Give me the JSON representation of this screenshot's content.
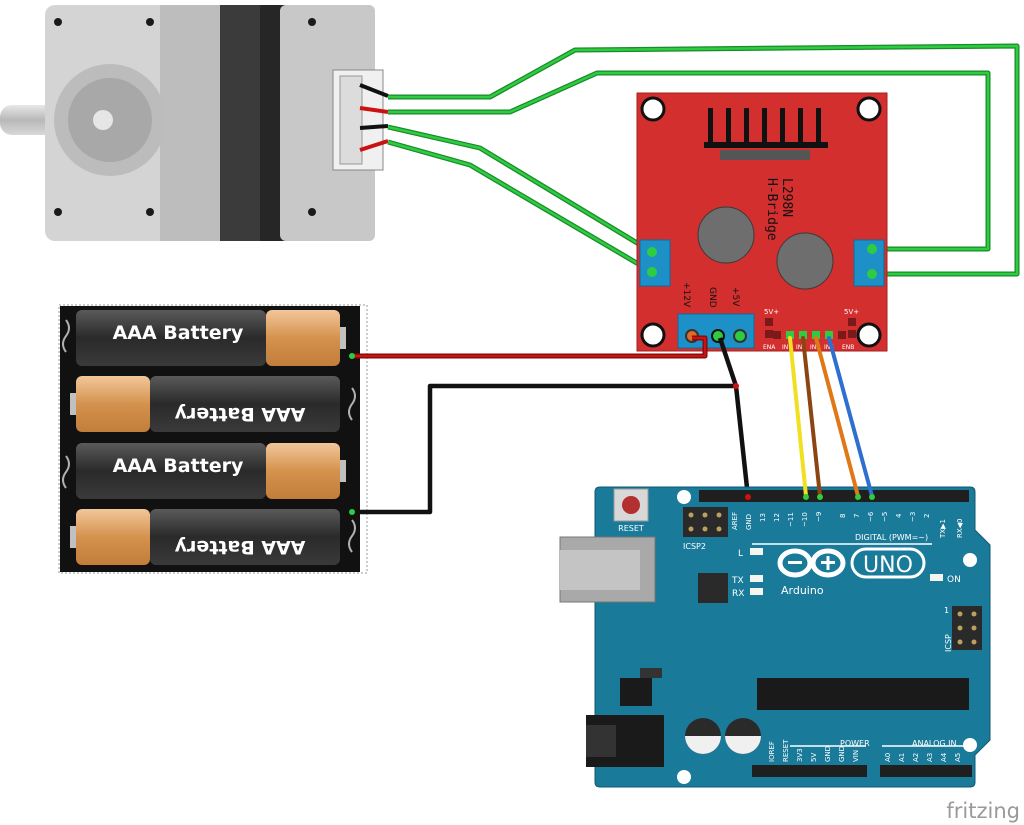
{
  "batteries": {
    "cell_label": "AAA Battery"
  },
  "l298n": {
    "title": "L298N",
    "subtitle": "H-Bridge",
    "power_labels": [
      "+12V",
      "GND",
      "+5V"
    ],
    "jumper_label": "5V+",
    "pin_labels": [
      "ENA",
      "IN1",
      "IN2",
      "IN3",
      "IN4",
      "ENB"
    ],
    "color": "#d32f2f"
  },
  "arduino": {
    "reset_label": "RESET",
    "icsp2_label": "ICSP2",
    "icsp_label": "ICSP",
    "digital_label": "DIGITAL (PWM=~)",
    "brand": "Arduino",
    "model": "UNO",
    "on_label": "ON",
    "led_labels": [
      "L",
      "TX",
      "RX"
    ],
    "top_pin_labels": [
      "AREF",
      "GND",
      "13",
      "12",
      "~11",
      "~10",
      "~9",
      "8",
      "7",
      "~6",
      "~5",
      "4",
      "~3",
      "2",
      "TX▶1",
      "RX◀0"
    ],
    "power_header": "POWER",
    "power_pins": [
      "IOREF",
      "RESET",
      "3V3",
      "5V",
      "GND",
      "GND",
      "VIN"
    ],
    "analog_header": "ANALOG IN",
    "analog_pins": [
      "A0",
      "A1",
      "A2",
      "A3",
      "A4",
      "A5"
    ],
    "icsp_pin_1": "1",
    "color": "#1a7a9a"
  },
  "wire_colors": {
    "motor": "#22b33a",
    "positive": "#cc1111",
    "ground": "#111111",
    "in1": "#f0e020",
    "in2": "#8b4513",
    "in3": "#e07818",
    "in4": "#2f6fd0"
  },
  "watermark": "fritzing"
}
